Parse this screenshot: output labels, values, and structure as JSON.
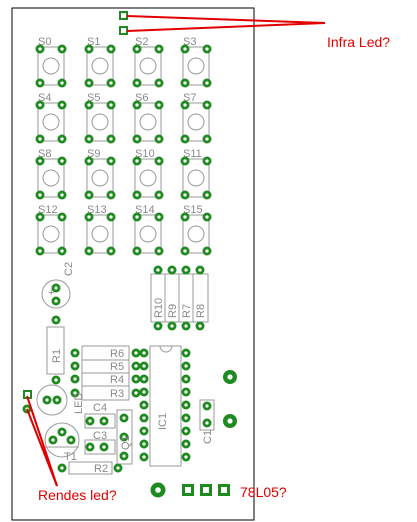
{
  "switches": [
    "S0",
    "S1",
    "S2",
    "S3",
    "S4",
    "S5",
    "S6",
    "S7",
    "S8",
    "S9",
    "S10",
    "S11",
    "S12",
    "S13",
    "S14",
    "S15"
  ],
  "labels": {
    "c2": "C2",
    "r10": "R10",
    "r9": "R9",
    "r7": "R7",
    "r8": "R8",
    "r1": "R1",
    "r6": "R6",
    "r5": "R5",
    "r4": "R4",
    "r3": "R3",
    "ic1": "IC1",
    "q1": "Q1",
    "c4": "C4",
    "c3": "C3",
    "c1": "C1",
    "t1": "T1",
    "r2": "R2",
    "led": "LED"
  },
  "annotations": {
    "infra_led": "Infra Led?",
    "rendes_led": "Rendes led?",
    "regulator": "78L05?"
  },
  "colors": {
    "pad_green": "#1f8a1f",
    "outline_gray": "#9a9a9a",
    "annotation_red": "#e00000"
  }
}
